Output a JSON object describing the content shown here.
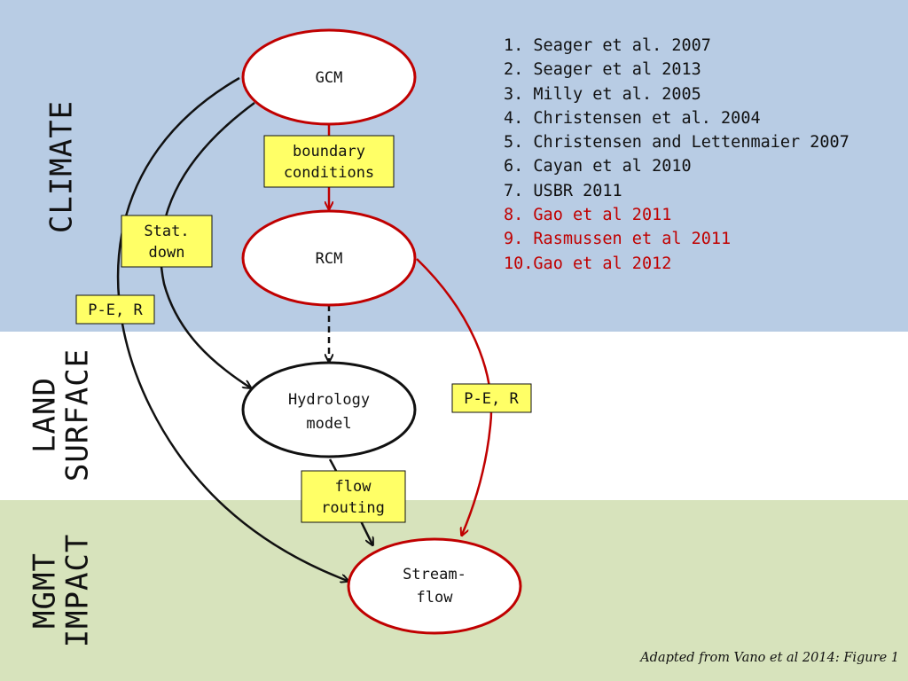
{
  "bands": {
    "climate": "CLIMATE",
    "land_surface": "LAND\nSURFACE",
    "mgmt_impact": "MGMT\nIMPACT"
  },
  "nodes": {
    "gcm": "GCM",
    "rcm": "RCM",
    "hydrology_line1": "Hydrology",
    "hydrology_line2": "model",
    "streamflow_line1": "Stream-",
    "streamflow_line2": "flow"
  },
  "edge_labels": {
    "boundary_line1": "boundary",
    "boundary_line2": "conditions",
    "stat_line1": "Stat.",
    "stat_line2": "down",
    "pe_r_left": "P-E, R",
    "pe_r_right": "P-E, R",
    "flow_line1": "flow",
    "flow_line2": "routing"
  },
  "references": [
    {
      "num": "1.",
      "text": "Seager et al. 2007",
      "color": "#111111"
    },
    {
      "num": "2.",
      "text": "Seager et al 2013",
      "color": "#111111"
    },
    {
      "num": "3.",
      "text": "Milly et al. 2005",
      "color": "#111111"
    },
    {
      "num": "4.",
      "text": "Christensen et al. 2004",
      "color": "#111111"
    },
    {
      "num": "5.",
      "text": "Christensen and Lettenmaier 2007",
      "color": "#111111"
    },
    {
      "num": "6.",
      "text": "Cayan et al 2010",
      "color": "#111111"
    },
    {
      "num": "7.",
      "text": "USBR 2011",
      "color": "#111111"
    },
    {
      "num": "8.",
      "text": "Gao et al 2011",
      "color": "#c00000"
    },
    {
      "num": "9.",
      "text": "Rasmussen et al 2011",
      "color": "#c00000"
    },
    {
      "num": "10.",
      "text": "Gao et al 2012",
      "color": "#c00000"
    }
  ],
  "credit": "Adapted from Vano et al 2014: Figure 1",
  "colors": {
    "climate_band": "#b8cce4",
    "mgmt_band": "#d7e3bc",
    "red": "#c00000",
    "label_box": "#ffff66"
  }
}
